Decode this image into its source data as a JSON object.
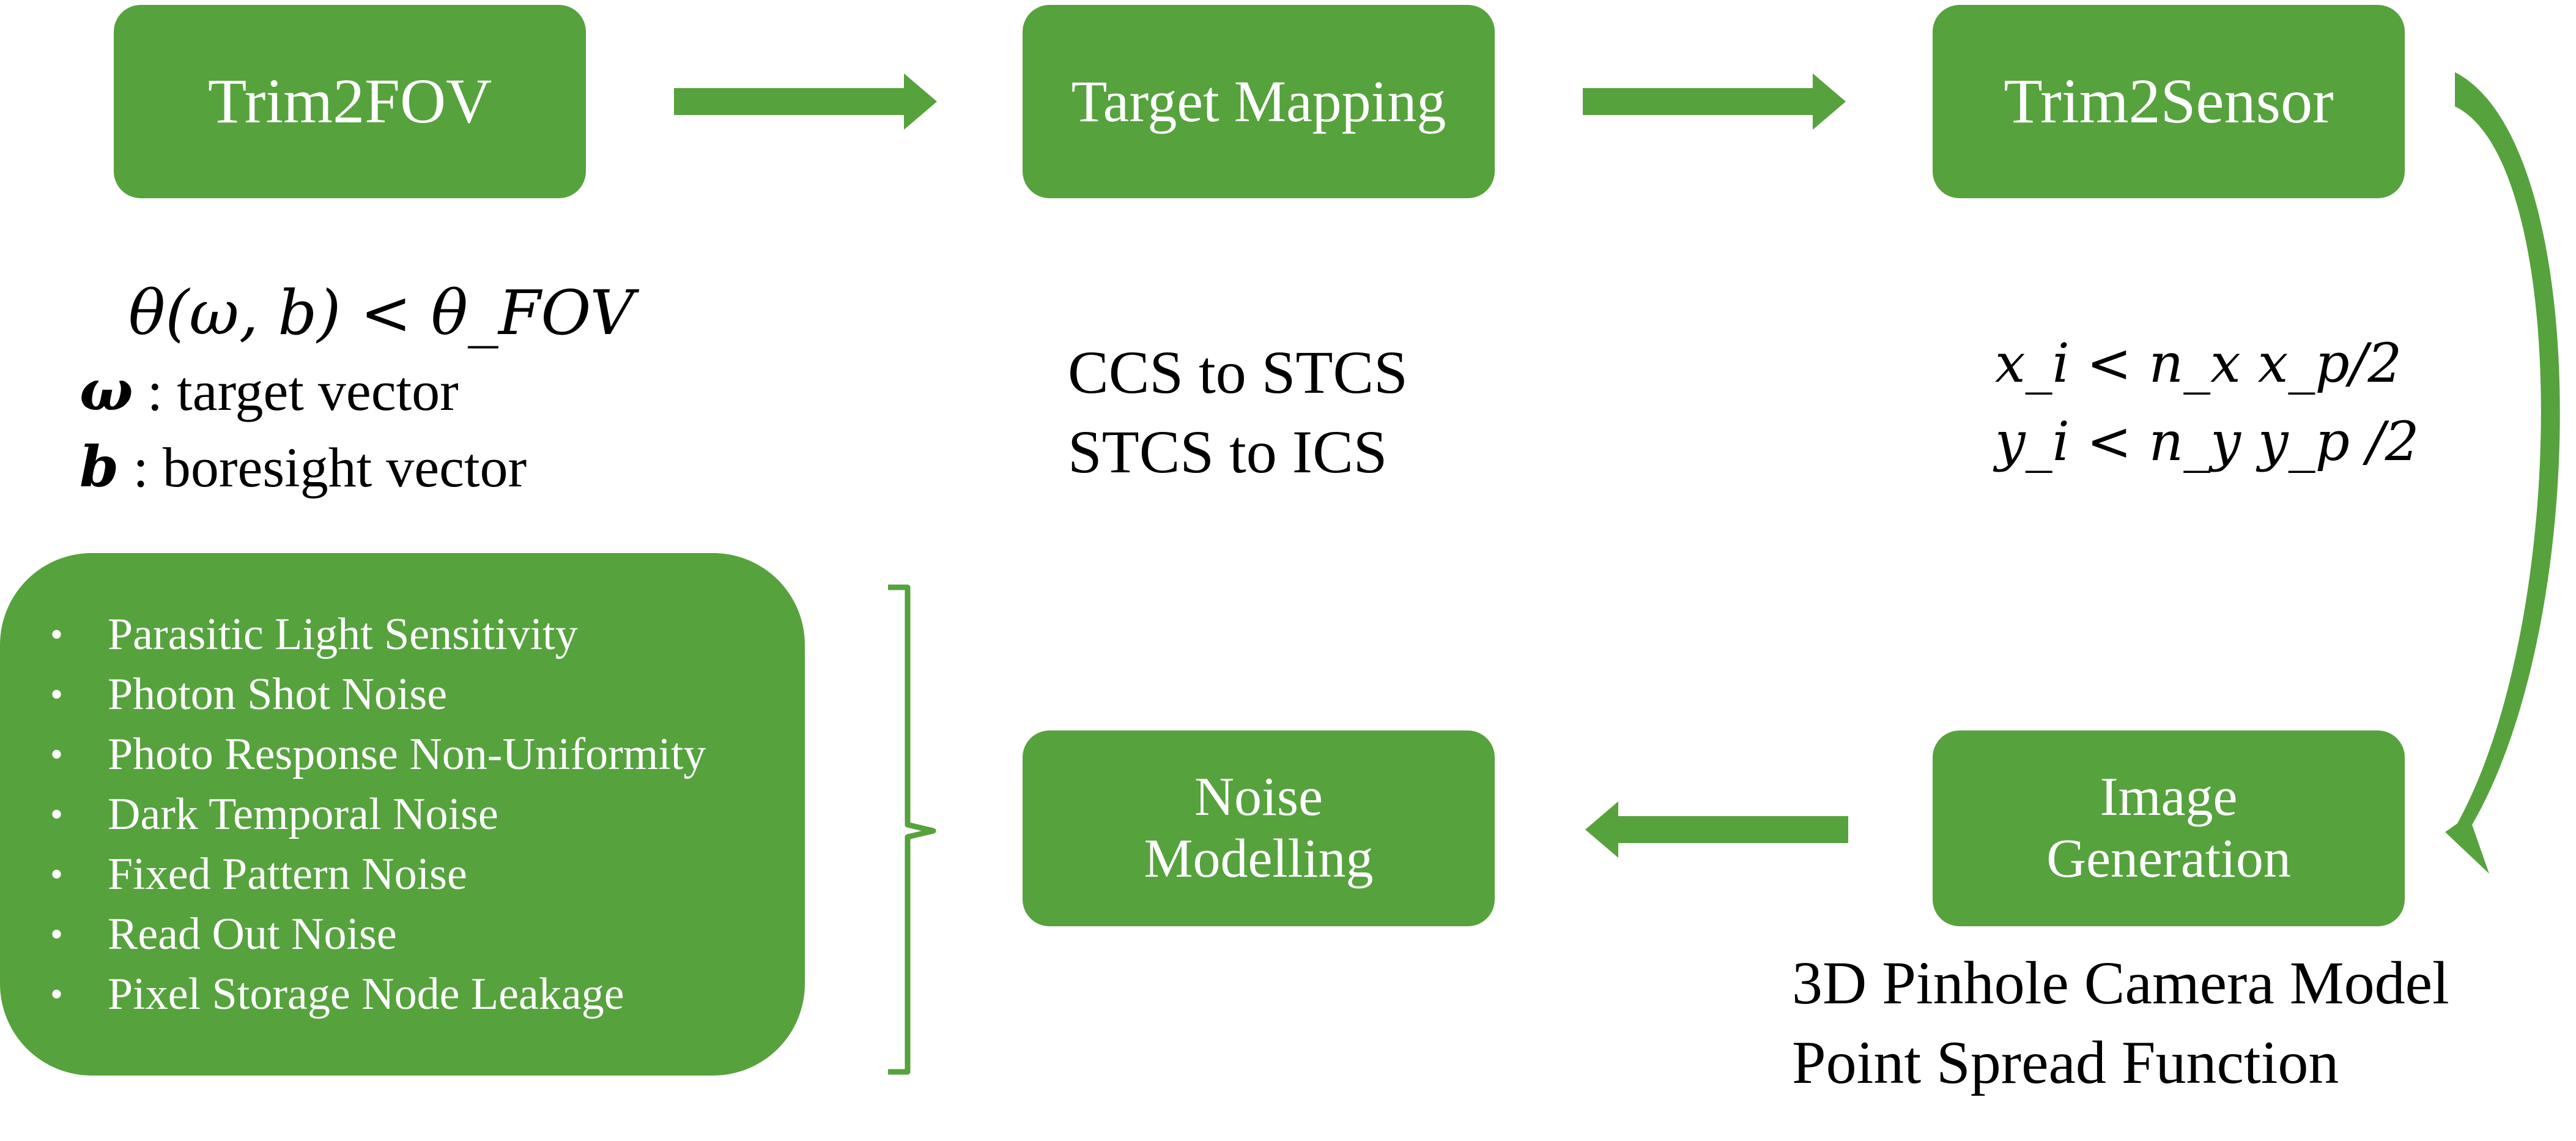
{
  "colors": {
    "box_fill": "#56a23d",
    "box_text": "#ffffff",
    "arrow": "#56a23d",
    "bracket": "#56a23d",
    "label_text": "#000000"
  },
  "boxes": {
    "trim2fov": {
      "lines": [
        "Trim2FOV"
      ]
    },
    "target_mapping": {
      "lines": [
        "Target Mapping"
      ]
    },
    "trim2sensor": {
      "lines": [
        "Trim2Sensor"
      ]
    },
    "image_generation": {
      "lines": [
        "Image",
        "Generation"
      ]
    },
    "noise_modelling": {
      "lines": [
        "Noise",
        "Modelling"
      ]
    }
  },
  "fov_condition": {
    "formula": "θ(ω, b) < θ_FOV",
    "definitions": [
      {
        "symbol": "ω",
        "text": " : target vector"
      },
      {
        "symbol": "b",
        "text": " : boresight vector"
      }
    ]
  },
  "coordinate_transforms": [
    "CCS to STCS",
    "STCS to ICS"
  ],
  "sensor_limits": [
    "x_i < n_x x_p/2",
    "y_i < n_y y_p /2"
  ],
  "camera_models": [
    "3D Pinhole Camera Model",
    "Point Spread Function"
  ],
  "noise_sources": [
    "Parasitic Light Sensitivity",
    "Photon Shot Noise",
    "Photo Response Non-Uniformity",
    "Dark Temporal Noise",
    "Fixed Pattern Noise",
    "Read Out Noise",
    "Pixel Storage Node Leakage"
  ],
  "bullet_glyph": "•"
}
